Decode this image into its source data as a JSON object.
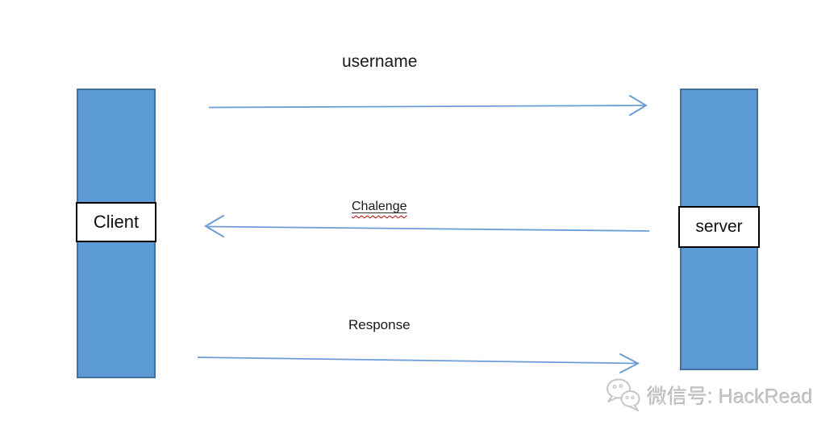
{
  "diagram": {
    "type": "sequence",
    "actors": [
      {
        "id": "client",
        "label": "Client"
      },
      {
        "id": "server",
        "label": "server"
      }
    ],
    "messages": [
      {
        "label": "username",
        "from": "client",
        "to": "server",
        "direction": "right"
      },
      {
        "label": "Chalenge",
        "from": "server",
        "to": "client",
        "direction": "left",
        "spellcheck_flagged": true,
        "underlined": true
      },
      {
        "label": "Response",
        "from": "client",
        "to": "server",
        "direction": "right"
      }
    ],
    "colors": {
      "lifeline_fill": "#5b9ad5",
      "lifeline_border": "#41719c",
      "arrow": "#6d9dd6",
      "label_text": "#1a1a1a",
      "spellcheck_squiggle": "#c00000",
      "actor_box_border": "#000000",
      "watermark_text_color": "#c3c3c3"
    }
  },
  "watermark": {
    "icon": "wechat-icon",
    "text": "微信号: HackRead"
  }
}
